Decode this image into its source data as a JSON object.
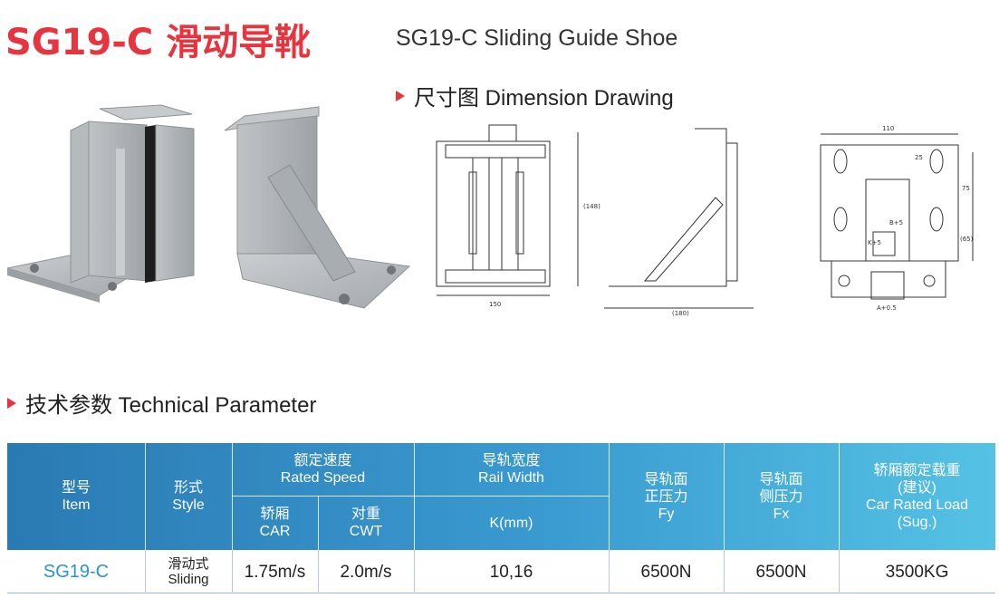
{
  "header": {
    "title_cn": "SG19-C 滑动导靴",
    "title_en": "SG19-C  Sliding Guide Shoe"
  },
  "sections": {
    "dimension": "尺寸图 Dimension Drawing",
    "technical": "技术参数 Technical Parameter"
  },
  "drawing_labels": {
    "front_height": "(148)",
    "front_width": "150",
    "side_width": "(180)",
    "top_width": "110",
    "top_gap": "25",
    "top_dim_75": "75",
    "top_dim_65": "(65)",
    "top_slot": "A+0.5",
    "top_b": "B+5",
    "top_kb": "K+5"
  },
  "table": {
    "headers": {
      "item_cn": "型号",
      "item_en": "Item",
      "style_cn": "形式",
      "style_en": "Style",
      "speed_cn": "额定速度",
      "speed_en": "Rated Speed",
      "car_cn": "轿厢",
      "car_en": "CAR",
      "cwt_cn": "对重",
      "cwt_en": "CWT",
      "rail_cn": "导轨宽度",
      "rail_en": "Rail Width",
      "k_unit": "K(mm)",
      "fy_cn1": "导轨面",
      "fy_cn2": "正压力",
      "fy_en": "Fy",
      "fx_cn1": "导轨面",
      "fx_cn2": "侧压力",
      "fx_en": "Fx",
      "load_cn": "轿厢额定载重",
      "load_cn2": "(建议)",
      "load_en": "Car Rated Load",
      "load_en2": "(Sug.)"
    },
    "row": {
      "item": "SG19-C",
      "style_cn": "滑动式",
      "style_en": "Sliding",
      "car": "1.75m/s",
      "cwt": "2.0m/s",
      "k": "10,16",
      "fy": "6500N",
      "fx": "6500N",
      "load": "3500KG"
    }
  },
  "colors": {
    "brand_red": "#e6353f",
    "header_blue": "#2a7ab3",
    "header_cyan": "#55c2e4",
    "item_blue": "#2a96c8"
  }
}
